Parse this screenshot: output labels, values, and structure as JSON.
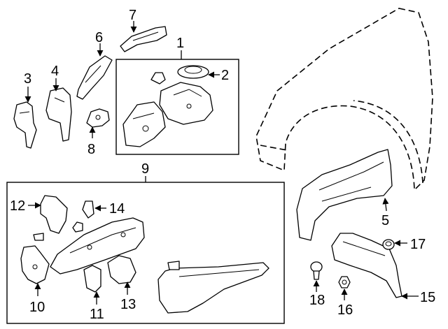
{
  "callouts": [
    "1",
    "2",
    "3",
    "4",
    "5",
    "6",
    "7",
    "8",
    "9",
    "10",
    "11",
    "12",
    "13",
    "14",
    "15",
    "16",
    "17",
    "18"
  ]
}
